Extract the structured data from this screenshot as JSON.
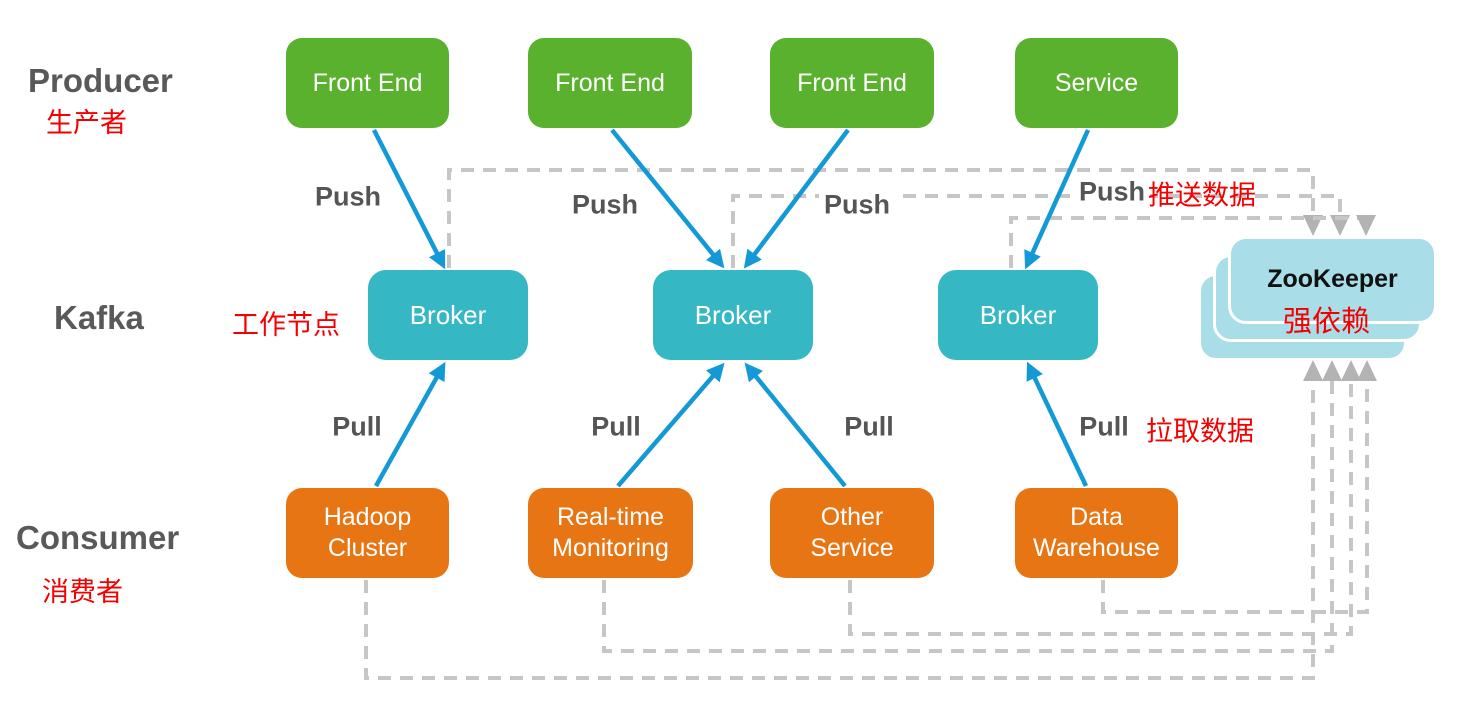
{
  "rows": {
    "producer": {
      "en": "Producer",
      "zh": "生产者"
    },
    "kafka": {
      "en": "Kafka",
      "zh": "工作节点"
    },
    "consumer": {
      "en": "Consumer",
      "zh": "消费者"
    }
  },
  "nodes": {
    "producers": [
      {
        "label": "Front End"
      },
      {
        "label": "Front End"
      },
      {
        "label": "Front End"
      },
      {
        "label": "Service"
      }
    ],
    "brokers": [
      {
        "label": "Broker"
      },
      {
        "label": "Broker"
      },
      {
        "label": "Broker"
      }
    ],
    "consumers": [
      {
        "label": "Hadoop\nCluster"
      },
      {
        "label": "Real-time\nMonitoring"
      },
      {
        "label": "Other\nService"
      },
      {
        "label": "Data\nWarehouse"
      }
    ],
    "zookeeper": {
      "title": "ZooKeeper",
      "annotation_zh": "强依赖"
    }
  },
  "edge_labels": {
    "push": [
      "Push",
      "Push",
      "Push",
      "Push"
    ],
    "pull": [
      "Pull",
      "Pull",
      "Pull",
      "Pull"
    ],
    "push_zh": "推送数据",
    "pull_zh": "拉取数据"
  },
  "colors": {
    "producer_green": "#5AB12E",
    "broker_teal": "#35B7C4",
    "consumer_orange": "#E87513",
    "zookeeper_cyan": "#A9DEE9",
    "arrow_blue": "#1399D6",
    "dashed_gray": "#C6C6C6",
    "gray_arrowhead": "#B3B3B3",
    "annotation_red": "#F40000",
    "label_gray": "#595959"
  }
}
